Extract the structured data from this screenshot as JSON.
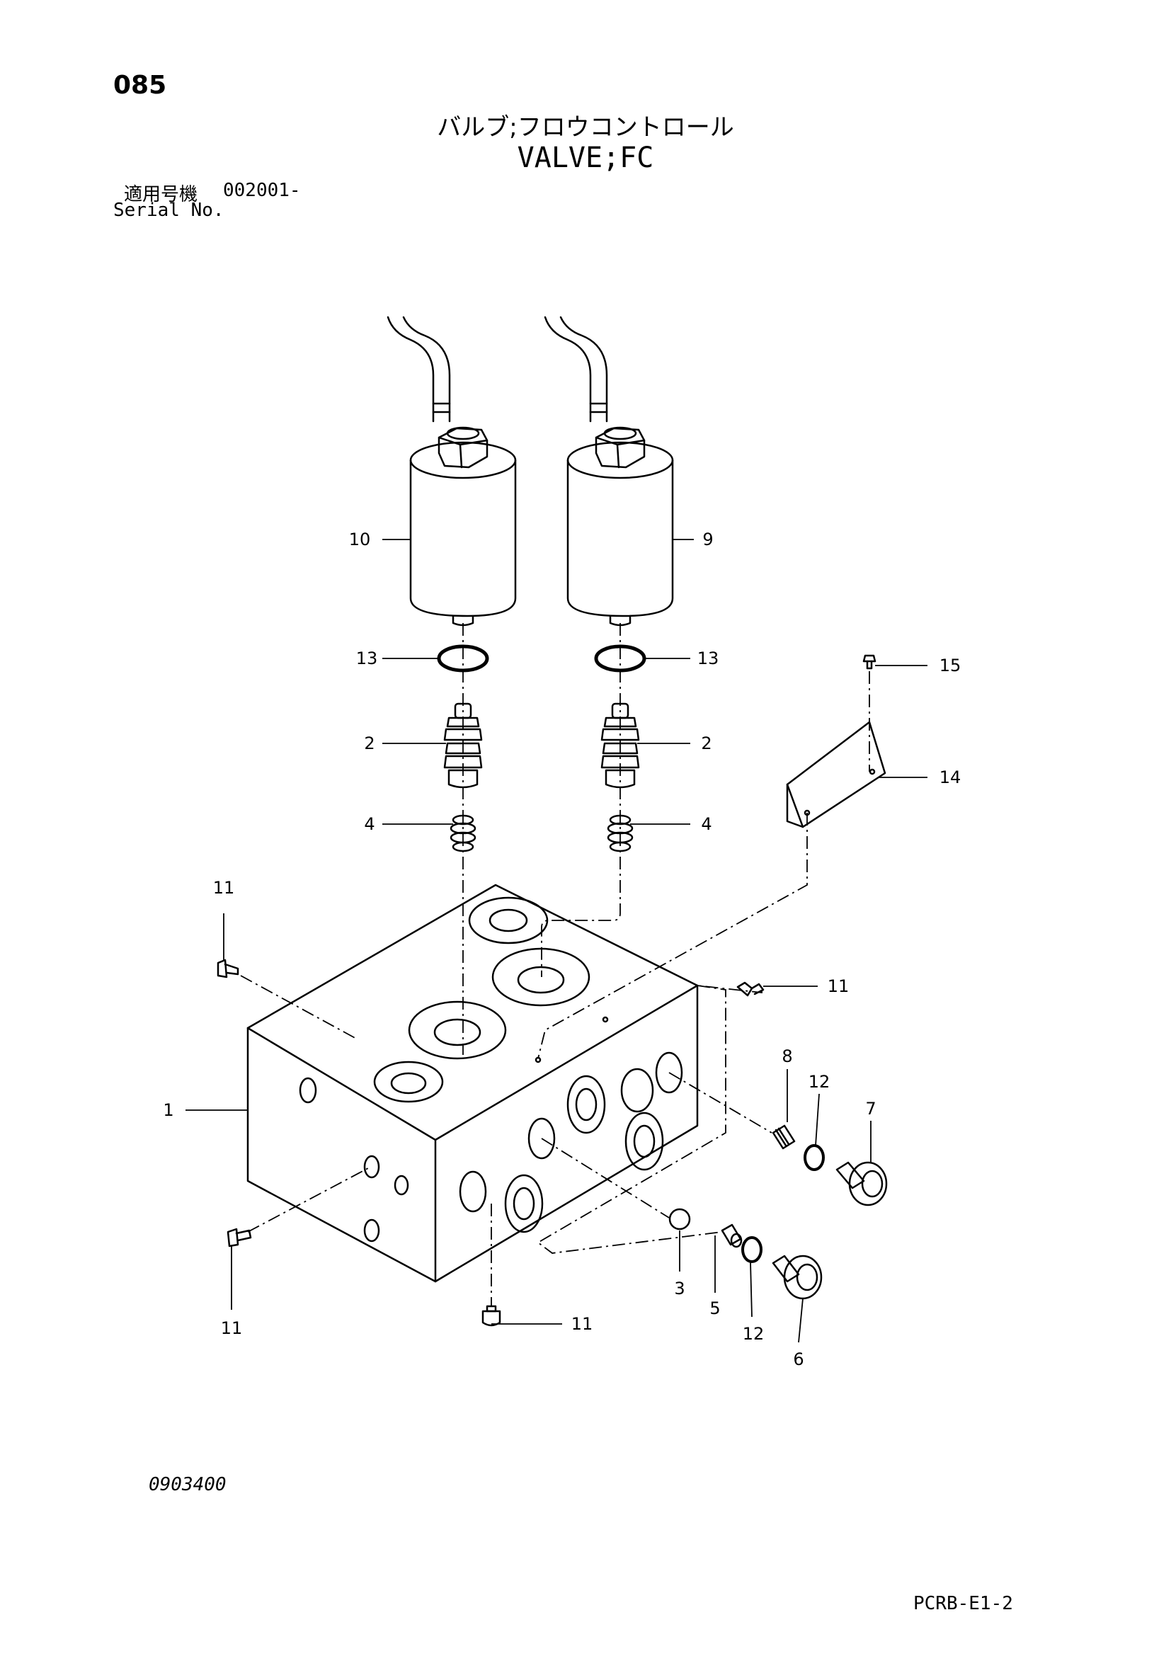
{
  "header": {
    "page_number": "085",
    "title_jp": "バルブ;フロウコントロール",
    "title_en": "VALVE;FC",
    "serial_label_jp": "適用号機",
    "serial_value": "002001-",
    "serial_label_en": "Serial No."
  },
  "footer": {
    "drawing_code": "0903400",
    "sheet_code": "PCRB-E1-2"
  },
  "callouts": {
    "c10": "10",
    "c9": "9",
    "c13a": "13",
    "c13b": "13",
    "c2a": "2",
    "c2b": "2",
    "c4a": "4",
    "c4b": "4",
    "c15": "15",
    "c14": "14",
    "c11a": "11",
    "c11b": "11",
    "c11c": "11",
    "c11d": "11",
    "c1": "1",
    "c8": "8",
    "c12a": "12",
    "c7": "7",
    "c3": "3",
    "c5": "5",
    "c12b": "12",
    "c6": "6"
  }
}
